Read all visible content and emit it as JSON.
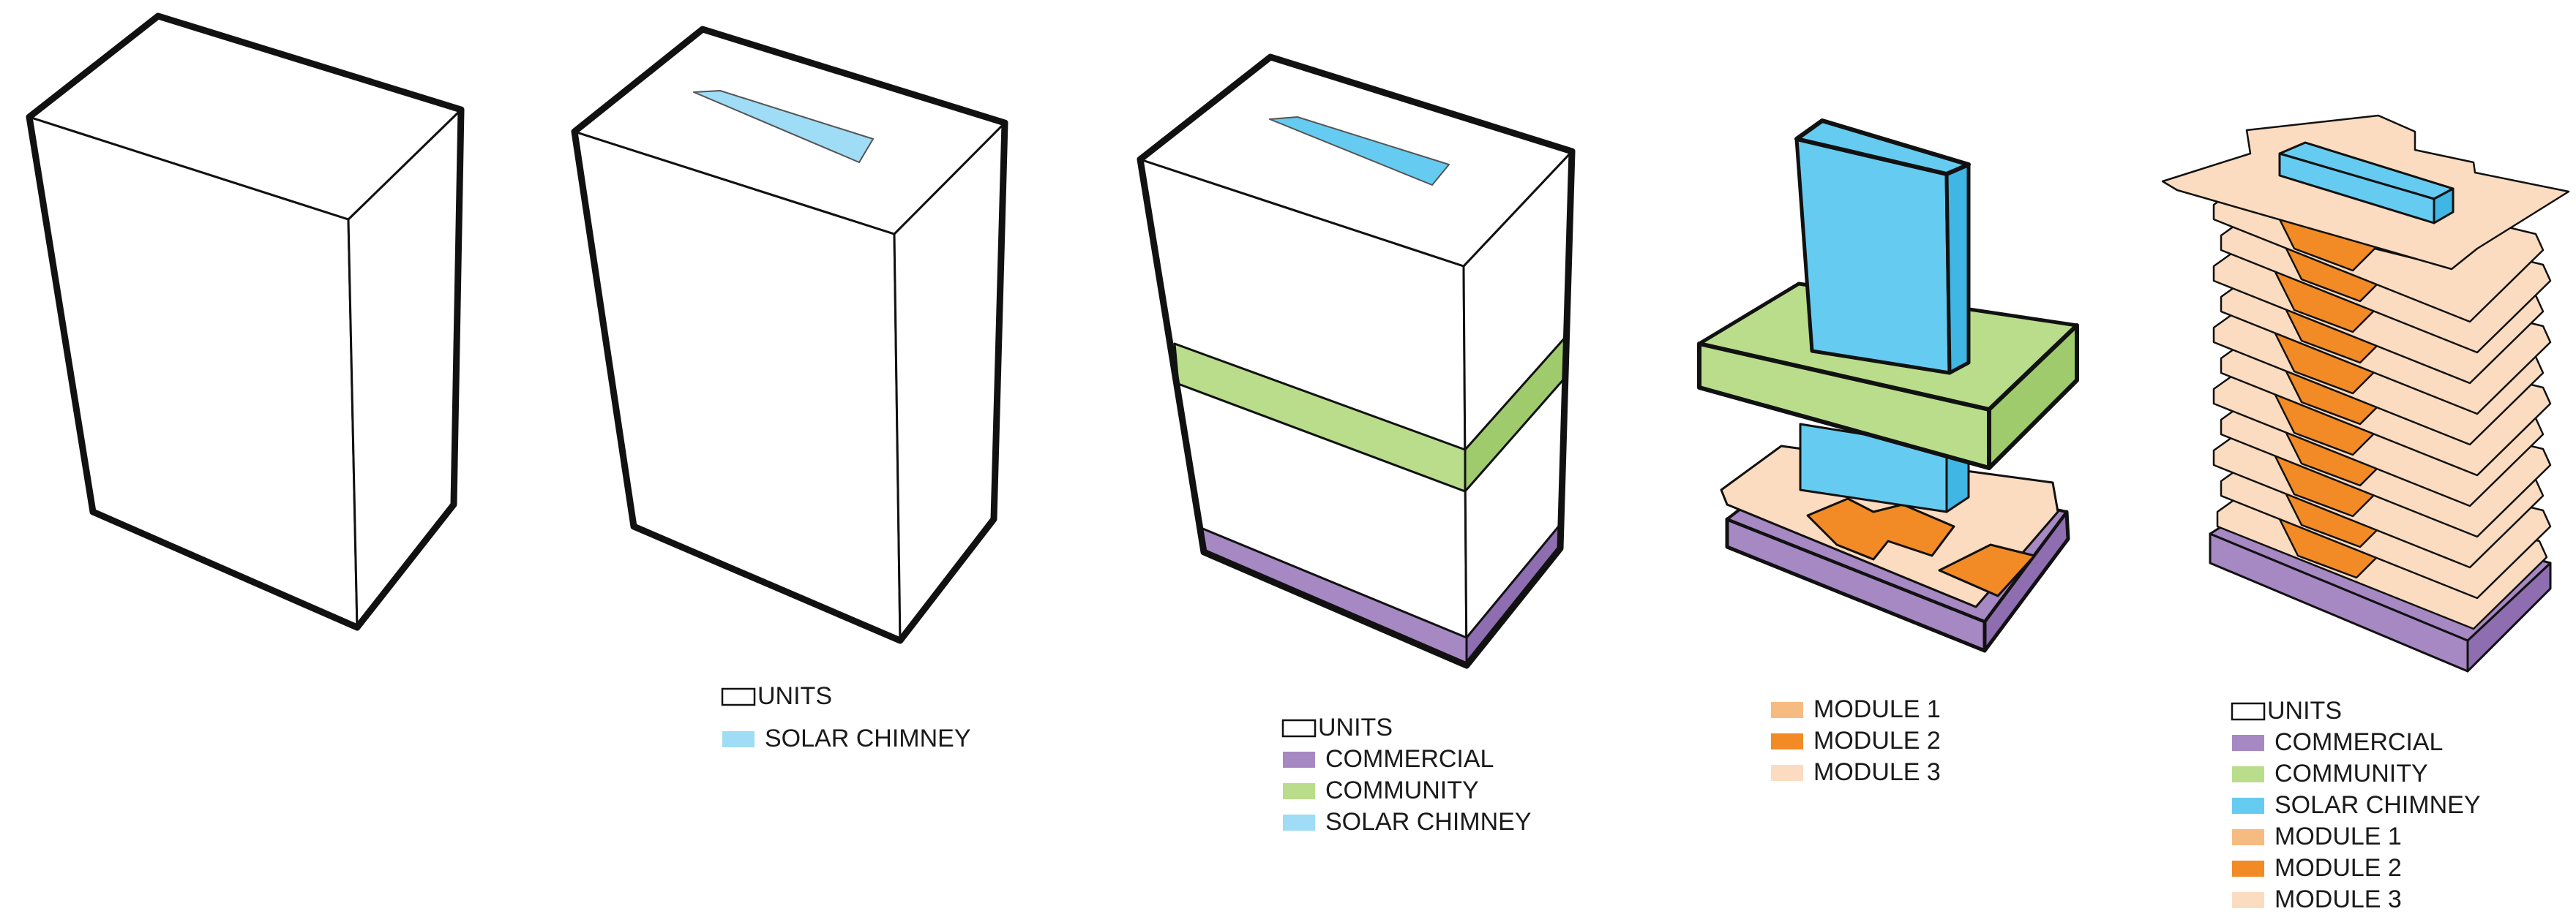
{
  "colors": {
    "outline": "#111111",
    "units": "#ffffff",
    "commercial": "#a688c3",
    "commercial_side": "#8e6db0",
    "community": "#b9dd8a",
    "community_side": "#9fcb6c",
    "solar_chimney": "#66cbf0",
    "solar_chimney_light": "#9fdcf5",
    "solar_chimney_side": "#3fb6e3",
    "module_1": "#f6bb80",
    "module_2": "#f28a26",
    "module_3": "#fbdcc0"
  },
  "legends": {
    "diagram_2": [
      {
        "swatch": "units",
        "label": "UNITS"
      },
      {
        "swatch": "solar_chimney_light",
        "label": "SOLAR CHIMNEY"
      }
    ],
    "diagram_3": [
      {
        "swatch": "units",
        "label": "UNITS"
      },
      {
        "swatch": "commercial",
        "label": "COMMERCIAL"
      },
      {
        "swatch": "community",
        "label": "COMMUNITY"
      },
      {
        "swatch": "solar_chimney_light",
        "label": "SOLAR CHIMNEY"
      }
    ],
    "diagram_4": [
      {
        "swatch": "module_1",
        "label": "MODULE 1"
      },
      {
        "swatch": "module_2",
        "label": "MODULE 2"
      },
      {
        "swatch": "module_3",
        "label": "MODULE 3"
      }
    ],
    "diagram_5": [
      {
        "swatch": "units",
        "label": "UNITS"
      },
      {
        "swatch": "commercial",
        "label": "COMMERCIAL"
      },
      {
        "swatch": "community",
        "label": "COMMUNITY"
      },
      {
        "swatch": "solar_chimney",
        "label": "SOLAR CHIMNEY"
      },
      {
        "swatch": "module_1",
        "label": "MODULE 1"
      },
      {
        "swatch": "module_2",
        "label": "MODULE 2"
      },
      {
        "swatch": "module_3",
        "label": "MODULE 3"
      }
    ]
  }
}
